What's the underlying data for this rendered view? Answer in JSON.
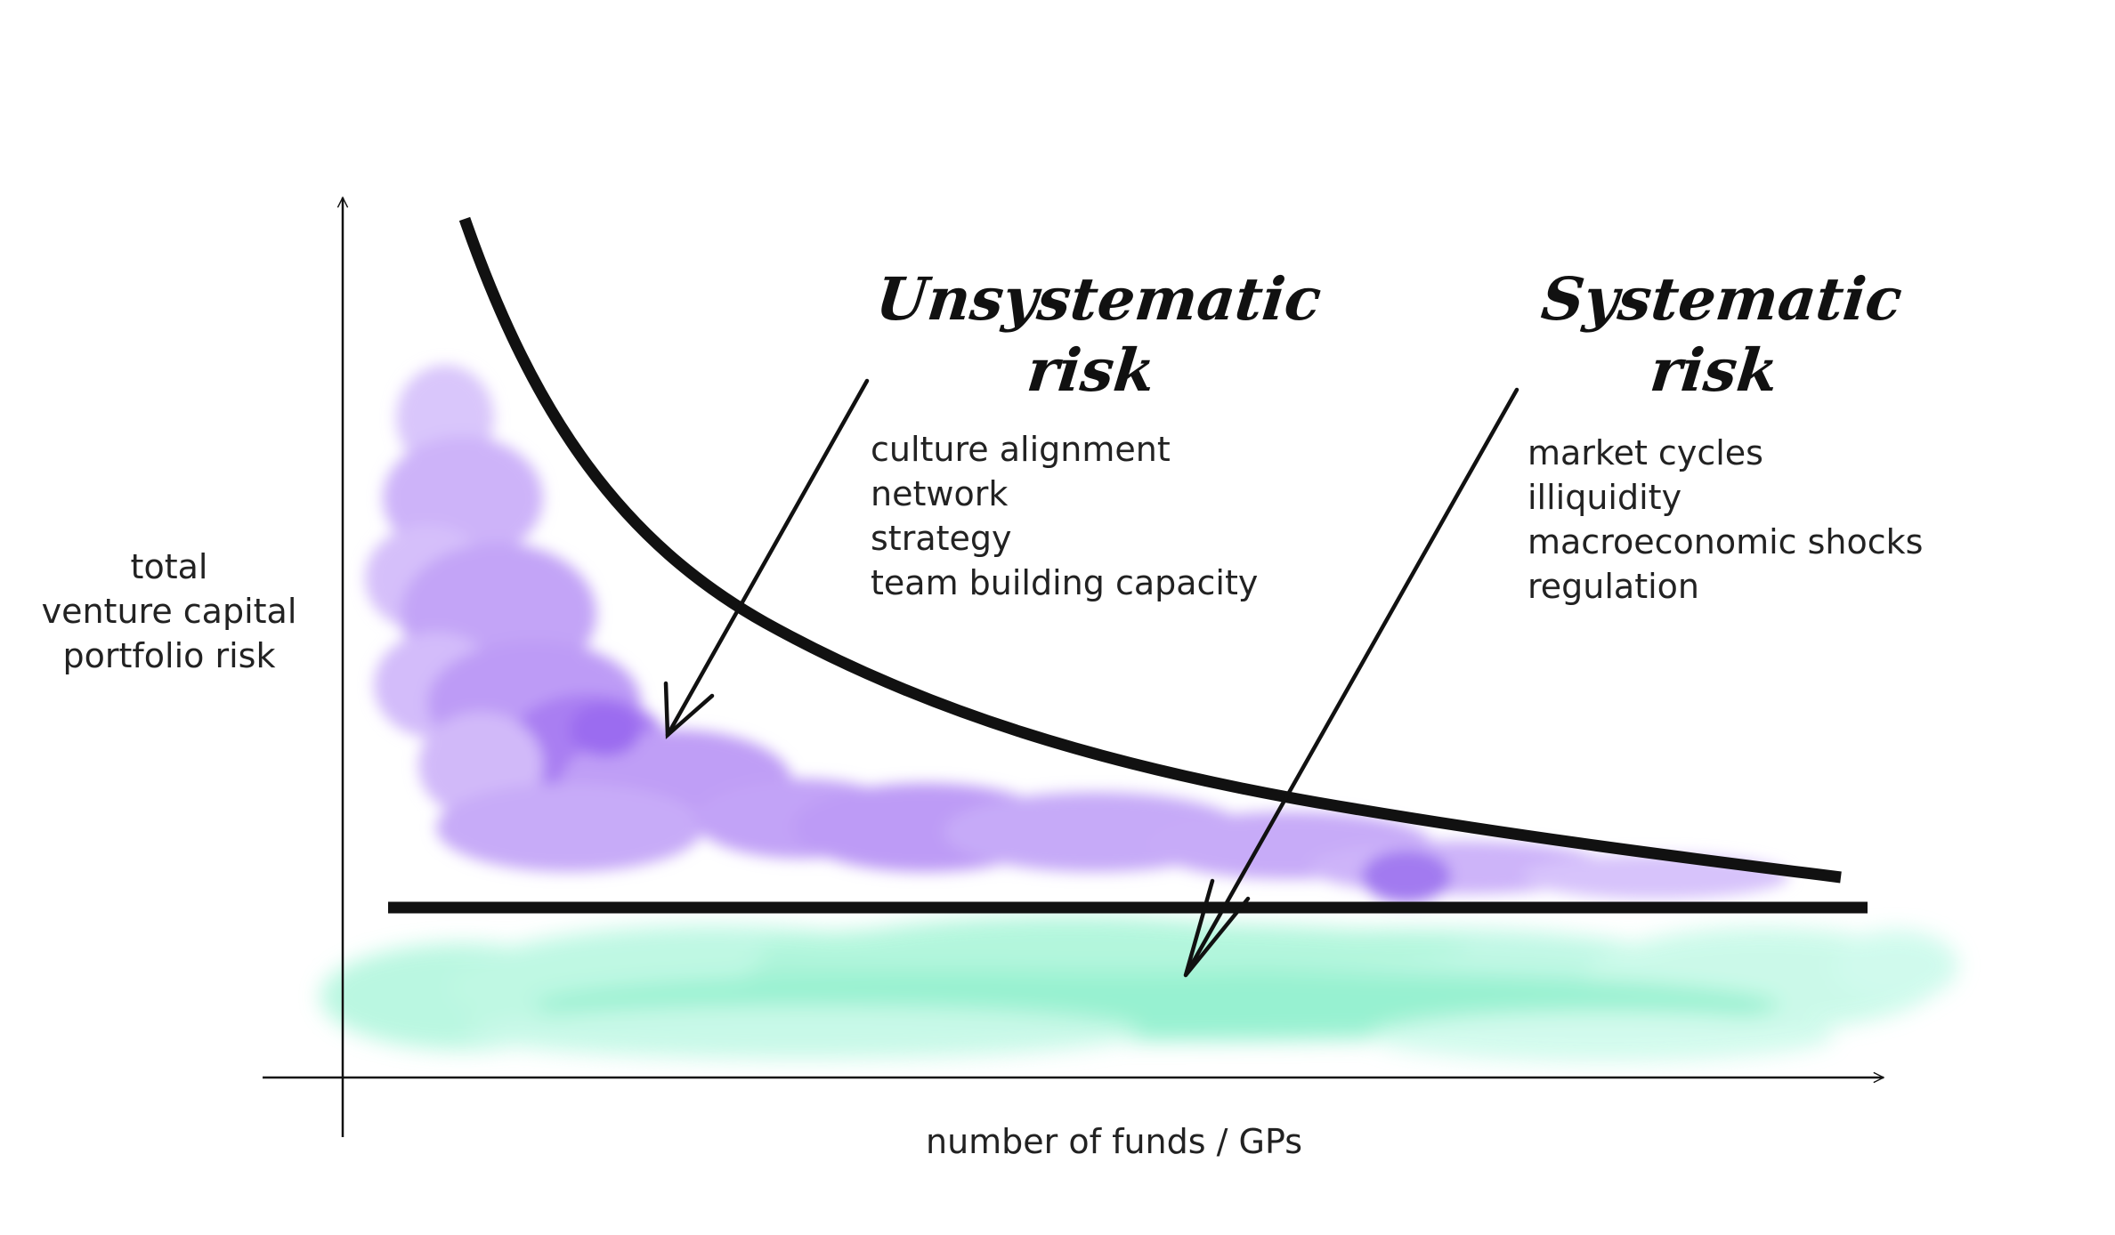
{
  "diagram": {
    "y_axis_label": [
      "total",
      "venture capital",
      "portfolio risk"
    ],
    "x_axis_label": "number of funds / GPs",
    "unsystematic": {
      "heading": [
        "Unsystematic",
        "risk"
      ],
      "items": [
        "culture alignment",
        "network",
        "strategy",
        "team building capacity"
      ],
      "color": "#9b6cf0"
    },
    "systematic": {
      "heading": [
        "Systematic",
        "risk"
      ],
      "items": [
        "market cycles",
        "illiquidity",
        "macroeconomic shocks",
        "regulation"
      ],
      "color": "#7ef0c8"
    },
    "line_color": "#111111"
  }
}
